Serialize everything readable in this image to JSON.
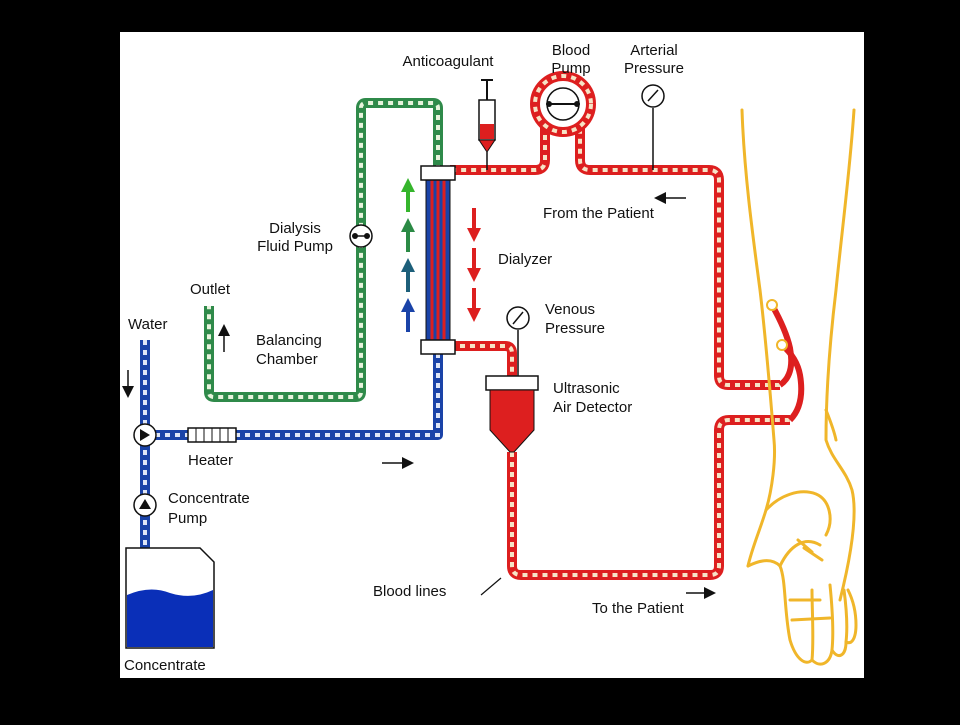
{
  "labels": {
    "anticoagulant": "Anticoagulant",
    "blood_pump_1": "Blood",
    "blood_pump_2": "Pump",
    "arterial_1": "Arterial",
    "arterial_2": "Pressure",
    "from_patient": "From the Patient",
    "dialysis_pump_1": "Dialysis",
    "dialysis_pump_2": "Fluid Pump",
    "dialyzer": "Dialyzer",
    "outlet": "Outlet",
    "venous_1": "Venous",
    "venous_2": "Pressure",
    "balancing_1": "Balancing",
    "balancing_2": "Chamber",
    "water": "Water",
    "ultrasonic_1": "Ultrasonic",
    "ultrasonic_2": "Air Detector",
    "heater": "Heater",
    "concentrate_pump_1": "Concentrate",
    "concentrate_pump_2": "Pump",
    "blood_lines": "Blood lines",
    "to_patient": "To the Patient",
    "concentrate": "Concentrate"
  },
  "colors": {
    "background": "#000000",
    "panel": "#ffffff",
    "blood": "#dd1f1f",
    "blood_light": "#f6e4c6",
    "dialysate_green": "#2f8a4a",
    "dialysate_blue": "#1a43a8",
    "arm": "#f0b62a",
    "concentrate": "#0a2fb8"
  }
}
